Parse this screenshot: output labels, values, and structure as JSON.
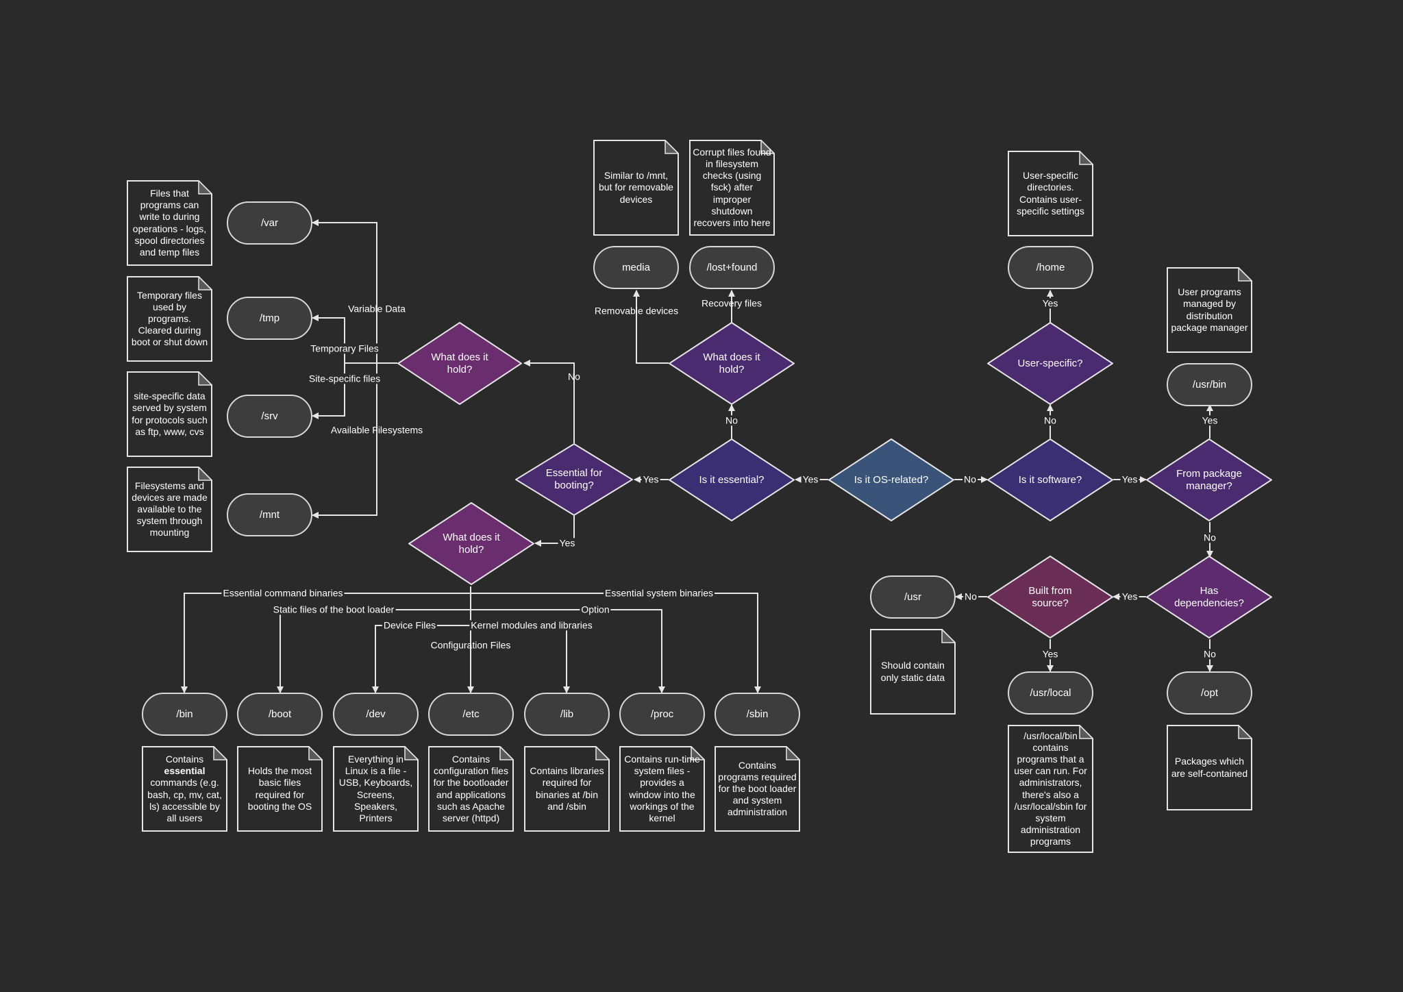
{
  "decisions": [
    {
      "id": "d_osrel",
      "text": "Is it OS-related?",
      "fill": "#3a5479"
    },
    {
      "id": "d_ess",
      "text": "Is it essential?",
      "fill": "#3a2f72"
    },
    {
      "id": "d_soft",
      "text": "Is it software?",
      "fill": "#3a2f72"
    },
    {
      "id": "d_boot",
      "text": "Essential for\nbooting?",
      "fill": "#4b2b70"
    },
    {
      "id": "d_holdV",
      "text": "What does it hold?",
      "fill": "#6a2d6d"
    },
    {
      "id": "d_holdM",
      "text": "What does it hold?",
      "fill": "#4b2b70"
    },
    {
      "id": "d_holdB",
      "text": "What does it hold?",
      "fill": "#6a2d6d"
    },
    {
      "id": "d_user",
      "text": "User-specific?",
      "fill": "#4b2b70"
    },
    {
      "id": "d_pkg",
      "text": "From package\nmanager?",
      "fill": "#4b2b70"
    },
    {
      "id": "d_deps",
      "text": "Has\ndependencies?",
      "fill": "#5d2b6e"
    },
    {
      "id": "d_src",
      "text": "Built from source?",
      "fill": "#6a2d55"
    }
  ],
  "directories": [
    {
      "id": "n_var",
      "text": "/var"
    },
    {
      "id": "n_tmp",
      "text": "/tmp"
    },
    {
      "id": "n_srv",
      "text": "/srv"
    },
    {
      "id": "n_mnt",
      "text": "/mnt"
    },
    {
      "id": "n_media",
      "text": "media"
    },
    {
      "id": "n_lost",
      "text": "/lost+found"
    },
    {
      "id": "n_home",
      "text": "/home"
    },
    {
      "id": "n_usrbin",
      "text": "/usr/bin"
    },
    {
      "id": "n_usr",
      "text": "/usr"
    },
    {
      "id": "n_usrlocal",
      "text": "/usr/local"
    },
    {
      "id": "n_opt",
      "text": "/opt"
    },
    {
      "id": "n_bin",
      "text": "/bin"
    },
    {
      "id": "n_boot",
      "text": "/boot"
    },
    {
      "id": "n_dev",
      "text": "/dev"
    },
    {
      "id": "n_etc",
      "text": "/etc"
    },
    {
      "id": "n_lib",
      "text": "/lib"
    },
    {
      "id": "n_proc",
      "text": "/proc"
    },
    {
      "id": "n_sbin",
      "text": "/sbin"
    }
  ],
  "notes": [
    {
      "id": "t_var",
      "text": "Files that programs can write to during operations - logs, spool directories and temp files"
    },
    {
      "id": "t_tmp",
      "text": "Temporary files used by programs. Cleared during boot or shut down"
    },
    {
      "id": "t_srv",
      "text": "site-specific data served by system for protocols such as ftp, www, cvs"
    },
    {
      "id": "t_mnt",
      "text": "Filesystems and devices are made available to the system through mounting"
    },
    {
      "id": "t_media",
      "text": "Similar to /mnt, but for removable devices"
    },
    {
      "id": "t_lost",
      "text": "Corrupt files found in filesystem checks (using fsck) after improper shutdown recovers into here"
    },
    {
      "id": "t_home",
      "text": "User-specific directories. Contains user-specific settings"
    },
    {
      "id": "t_usrbin",
      "text": "User programs managed by distribution package manager"
    },
    {
      "id": "t_usr",
      "text": "Should contain only static data"
    },
    {
      "id": "t_usrlocal",
      "text": "/usr/local/bin contains programs that a user can run. For administrators, there's also a /usr/local/sbin for system administration programs"
    },
    {
      "id": "t_opt",
      "text": "Packages which are self-contained"
    },
    {
      "id": "t_bin",
      "text": "Contains essential commands (e.g. bash, cp, mv, cat, ls) accessible by all users"
    },
    {
      "id": "t_boot",
      "text": "Holds the most basic files required for booting the OS"
    },
    {
      "id": "t_dev",
      "text": "Everything in Linux is a file - USB, Keyboards, Screens, Speakers, Printers"
    },
    {
      "id": "t_etc",
      "text": "Contains configuration files for the bootloader and applications such as Apache server (httpd)"
    },
    {
      "id": "t_lib",
      "text": "Contains libraries required for binaries at /bin and /sbin"
    },
    {
      "id": "t_proc",
      "text": "Contains run-time system files - provides a window into the workings of the kernel"
    },
    {
      "id": "t_sbin",
      "text": "Contains programs required for the boot loader and system administration"
    }
  ],
  "edge_labels": [
    {
      "id": "e_ess_yes",
      "text": "Yes"
    },
    {
      "id": "e_soft_no",
      "text": "No"
    },
    {
      "id": "e_boot_yes",
      "text": "Yes"
    },
    {
      "id": "e_pkg_yes",
      "text": "Yes"
    },
    {
      "id": "e_holdm_no",
      "text": "No"
    },
    {
      "id": "e_user_no",
      "text": "No"
    },
    {
      "id": "e_usrbin_yes",
      "text": "Yes"
    },
    {
      "id": "e_home_yes",
      "text": "Yes"
    },
    {
      "id": "e_holdv_no",
      "text": "No"
    },
    {
      "id": "e_holdb_yes",
      "text": "Yes"
    },
    {
      "id": "e_deps_no_up",
      "text": "No"
    },
    {
      "id": "e_src_yes",
      "text": "Yes"
    },
    {
      "id": "e_usr_no",
      "text": "No"
    },
    {
      "id": "e_local_yes",
      "text": "Yes"
    },
    {
      "id": "e_opt_no",
      "text": "No"
    },
    {
      "id": "e_removable",
      "text": "Removable devices"
    },
    {
      "id": "e_recovery",
      "text": "Recovery files"
    },
    {
      "id": "e_vardata",
      "text": "Variable Data"
    },
    {
      "id": "e_tempfiles",
      "text": "Temporary Files"
    },
    {
      "id": "e_sitefiles",
      "text": "Site-specific files"
    },
    {
      "id": "e_availfs",
      "text": "Available Filesystems"
    },
    {
      "id": "e_cmdbin",
      "text": "Essential command binaries"
    },
    {
      "id": "e_sysbin",
      "text": "Essential system binaries"
    },
    {
      "id": "e_static",
      "text": "Static files of the boot loader"
    },
    {
      "id": "e_option",
      "text": "Option"
    },
    {
      "id": "e_devfiles",
      "text": "Device Files"
    },
    {
      "id": "e_kernmod",
      "text": "Kernel modules and libraries"
    },
    {
      "id": "e_config",
      "text": "Configuration Files"
    }
  ],
  "colors": {
    "background": "#2a2a2a",
    "stroke": "#e6e6e6",
    "node_fill": "#3d3d3d",
    "text": "#ffffff"
  }
}
